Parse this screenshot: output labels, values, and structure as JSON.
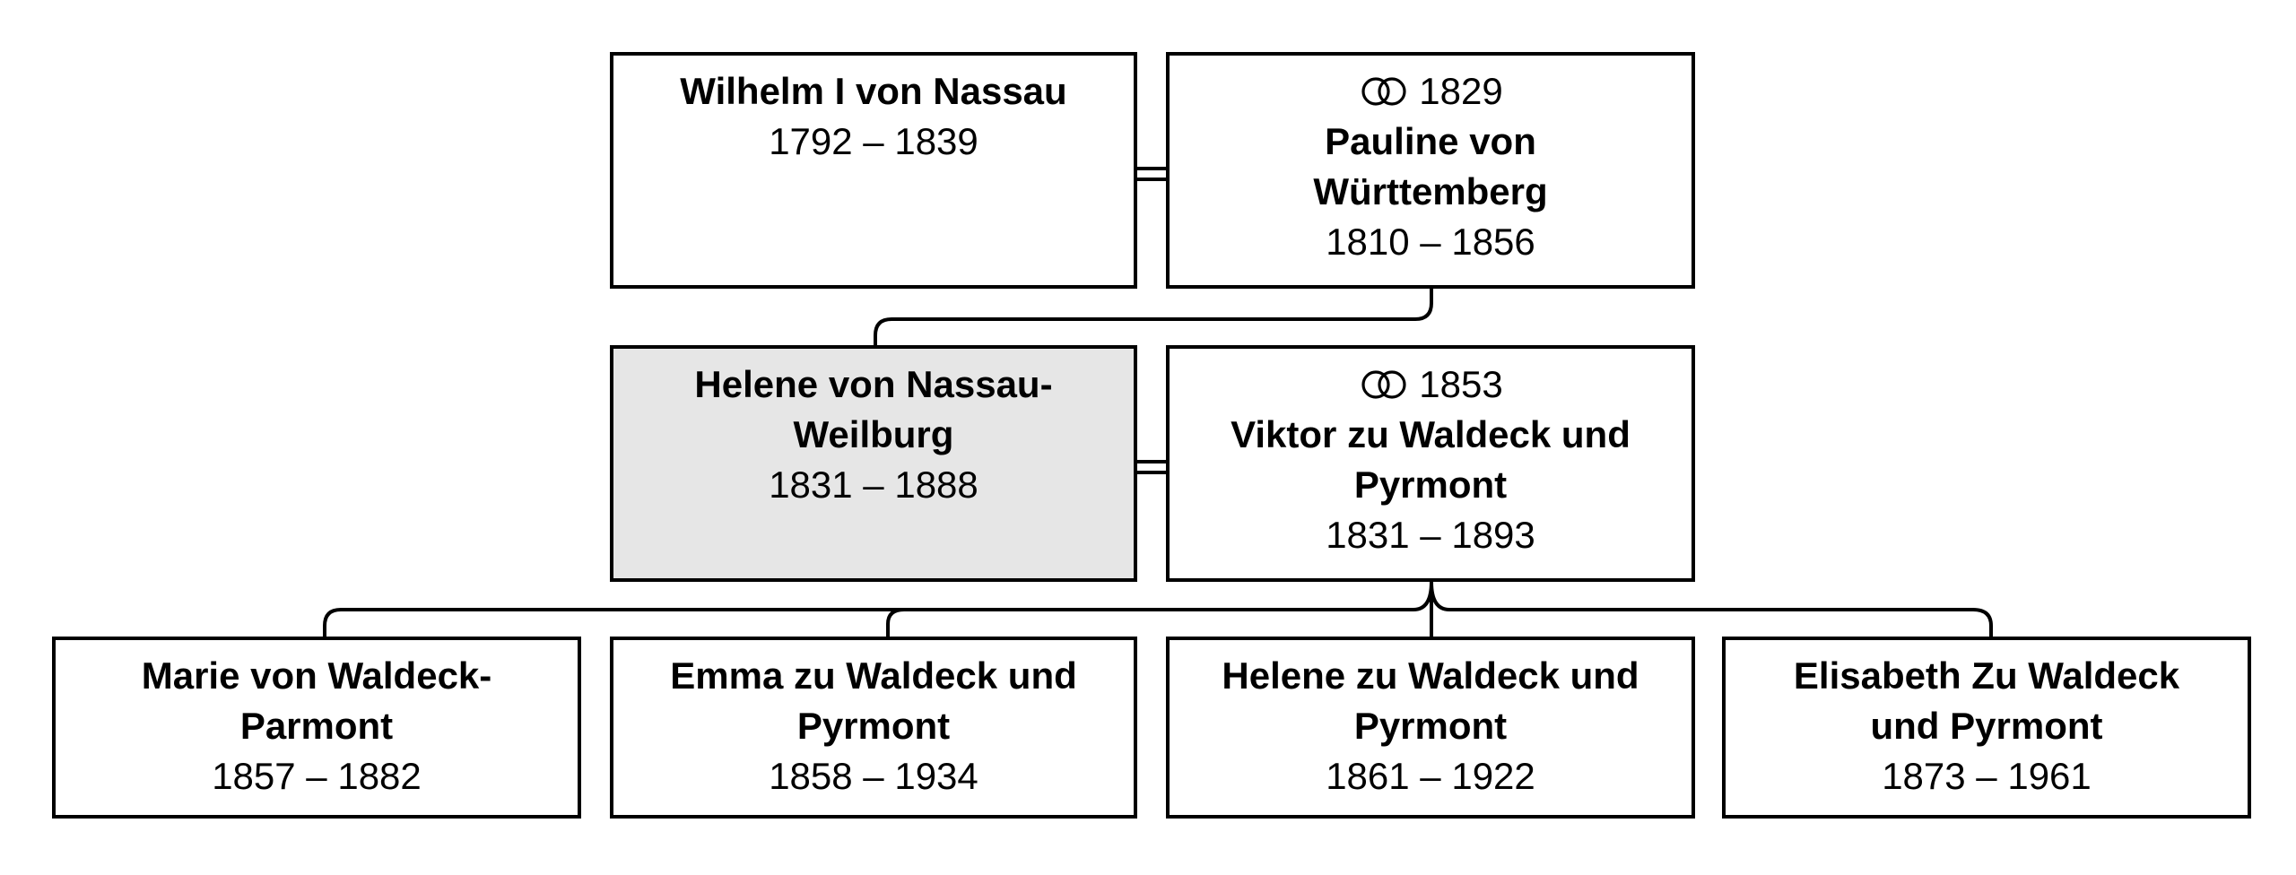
{
  "couple1": {
    "husband": {
      "name": "Wilhelm I von Nassau",
      "dates": "1792 – 1839"
    },
    "wife": {
      "marriage_year": "1829",
      "name_line1": "Pauline von",
      "name_line2": "Württemberg",
      "dates": "1810 – 1856"
    }
  },
  "couple2": {
    "wife": {
      "name_line1": "Helene von Nassau-",
      "name_line2": "Weilburg",
      "dates": "1831 – 1888"
    },
    "husband": {
      "marriage_year": "1853",
      "name_line1": "Viktor zu Waldeck und",
      "name_line2": "Pyrmont",
      "dates": "1831 – 1893"
    }
  },
  "children": [
    {
      "name_line1": "Marie von Waldeck-",
      "name_line2": "Parmont",
      "dates": "1857 – 1882"
    },
    {
      "name_line1": "Emma zu Waldeck und",
      "name_line2": "Pyrmont",
      "dates": "1858 – 1934"
    },
    {
      "name_line1": "Helene zu Waldeck und",
      "name_line2": "Pyrmont",
      "dates": "1861 – 1922"
    },
    {
      "name_line1": "Elisabeth Zu Waldeck",
      "name_line2": "und Pyrmont",
      "dates": "1873 – 1961"
    }
  ],
  "colors": {
    "line": "#000000",
    "highlight_fill": "#e6e6e6"
  },
  "icons": {
    "marriage": "interlocking-rings-icon"
  }
}
